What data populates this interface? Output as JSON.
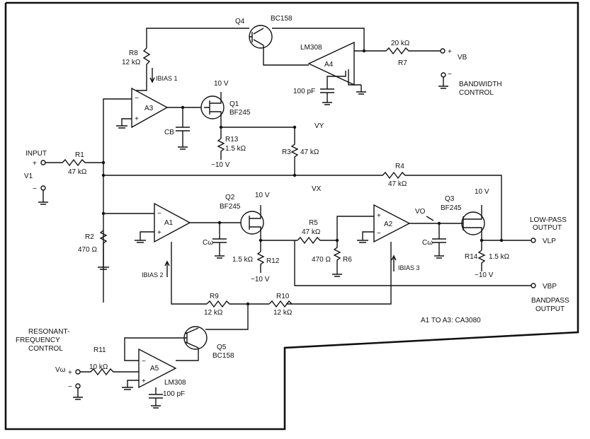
{
  "labels": {
    "q4_name": "Q4",
    "q4_part": "BC158",
    "lm308_top": "LM308",
    "a4": "A4",
    "r7_val": "20 kΩ",
    "r7": "R7",
    "vb": "VB",
    "plus_vb": "+",
    "minus_vb": "−",
    "bandwidth_control": "BANDWIDTH",
    "bandwidth_control2": "CONTROL",
    "c100pf_top": "100 pF",
    "r8": "R8",
    "r8_val": "12 kΩ",
    "ibias1": "IBIAS 1",
    "a3": "A3",
    "q1_v": "10 V",
    "q1_name": "Q1",
    "q1_part": "BF245",
    "cb": "CB",
    "r13": "R13",
    "r13_val": "1.5 kΩ",
    "minus10_a": "−10 V",
    "vy": "VY",
    "r3": "R3",
    "r3_val": "47 kΩ",
    "input": "INPUT",
    "plus_in": "+",
    "v1": "V1",
    "minus_in": "−",
    "r1": "R1",
    "r1_val": "47 kΩ",
    "r4": "R4",
    "r4_val": "47 kΩ",
    "vx": "VX",
    "q2_v": "10 V",
    "q2_name": "Q2",
    "q2_part": "BF245",
    "a1": "A1",
    "r2": "R2",
    "r2_val": "470 Ω",
    "cw1": "Cω",
    "r12_val": "1.5 kΩ",
    "r12": "R12",
    "minus10_b": "−10 V",
    "r5": "R5",
    "r5_val": "47 kΩ",
    "r6_val": "470 Ω",
    "r6": "R6",
    "a2": "A2",
    "ibias3": "IBIAS 3",
    "cw2": "Cω",
    "vo": "VO",
    "q3_v": "10 V",
    "q3_name": "Q3",
    "q3_part": "BF245",
    "r14": "R14",
    "r14_val": "1.5 kΩ",
    "minus10_c": "−10 V",
    "lowpass": "LOW-PASS",
    "lowpass2": "OUTPUT",
    "vlp": "VLP",
    "vbp": "VBP",
    "bandpass": "BANDPASS",
    "bandpass2": "OUTPUT",
    "ibias2": "IBIAS 2",
    "r9": "R9",
    "r9_val": "12 kΩ",
    "r10": "R10",
    "r10_val": "12 kΩ",
    "a_note": "A1 TO A3: CA3080",
    "resonant": "RESONANT-",
    "resonant2": "FREQUENCY",
    "resonant3": "CONTROL",
    "q5_name": "Q5",
    "q5_part": "BC158",
    "r11": "R11",
    "r11_val": "10 kΩ",
    "vw": "Vω",
    "plus_vw": "+",
    "minus_vw": "−",
    "a5": "A5",
    "lm308_bot": "LM308",
    "c100pf_bot": "100 pF"
  }
}
